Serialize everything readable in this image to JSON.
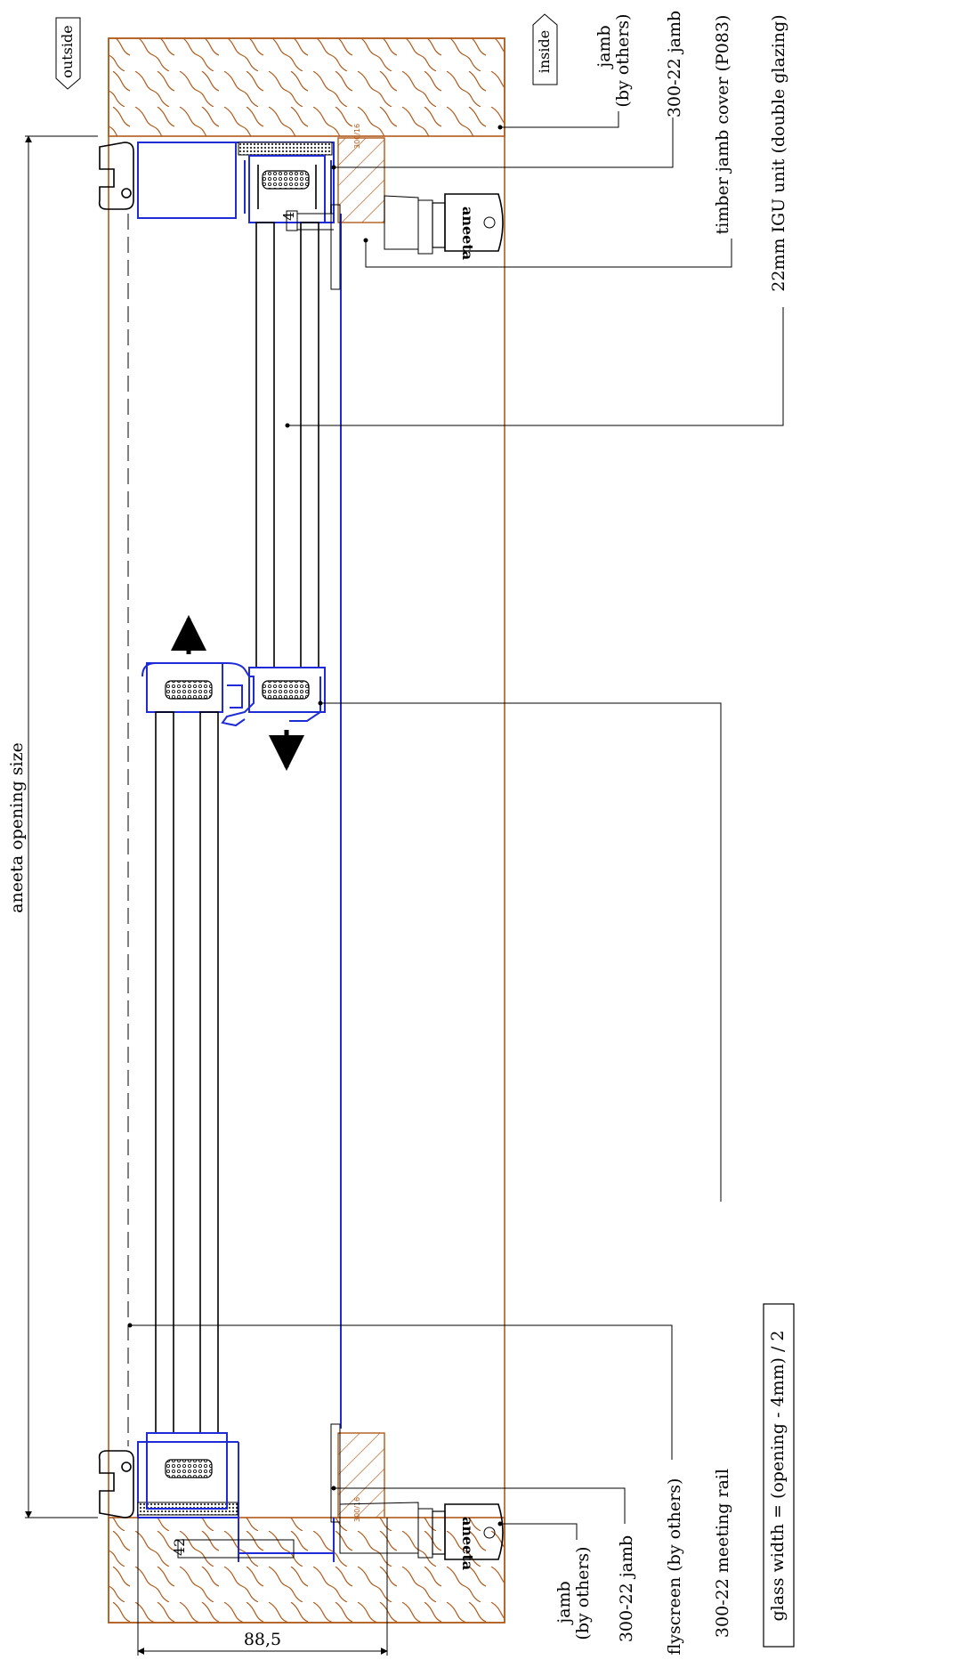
{
  "labels": {
    "outside": "outside",
    "inside": "inside",
    "opening": "aneeta opening size",
    "dim_88": "88,5",
    "jamb_right_l1": "jamb",
    "jamb_right_l2": "(by others)",
    "jamb_300_right": "300-22 jamb",
    "timber_cover": "timber jamb cover (P083)",
    "igu": "22mm IGU unit (double glazing)",
    "jamb_left_l1": "jamb",
    "jamb_left_l2": "(by others)",
    "jamb_300_left": "300-22 jamb",
    "flyscreen": "flyscreen (by others)",
    "meeting_rail": "300-22 meeting rail",
    "glass_width": "glass width = (opening - 4mm) / 2",
    "num_4": "4",
    "num_42": "42",
    "brand_top": "aneeta",
    "brand_bottom": "aneeta",
    "tag_top": "300/16",
    "tag_bottom": "300/16"
  },
  "colors": {
    "timber": "#b05a1a",
    "frame": "#1e2bd6",
    "ink": "#000000"
  }
}
